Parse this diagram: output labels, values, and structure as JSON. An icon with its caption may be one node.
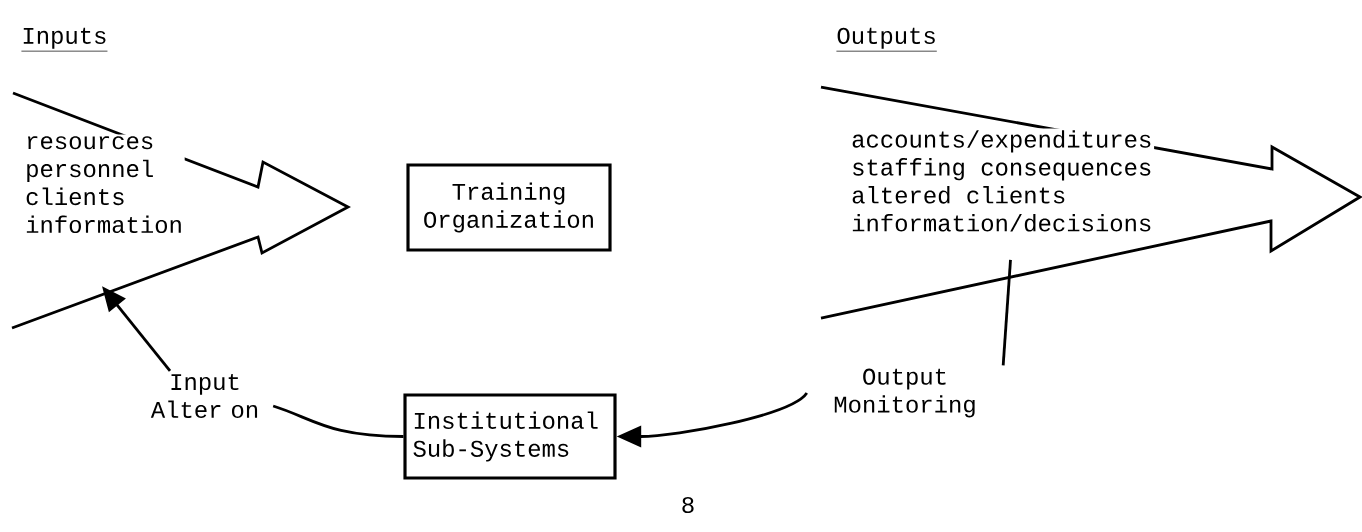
{
  "diagram": {
    "nodes": [
      {
        "text": [
          "Inputs",
          "resources",
          "personnel",
          "clients",
          "information"
        ]
      },
      {
        "text": [
          "Training Organization"
        ]
      },
      {
        "text": [
          "Outputs",
          "accounts/expenditures",
          "staffing consequences",
          "altered clients",
          "information/decisions"
        ]
      },
      {
        "text": [
          "Institutional Sub-Systems"
        ]
      },
      {
        "text": [
          "Output Monitoring"
        ]
      },
      {
        "text": [
          "Input Alter on"
        ]
      }
    ],
    "edges": [
      {
        "from": 2,
        "to": 4,
        "arrow": "none"
      },
      {
        "from": 4,
        "to": 3,
        "arrow": "to"
      },
      {
        "from": 3,
        "to": 5,
        "arrow": "none"
      },
      {
        "from": 5,
        "to": 0,
        "arrow": "to"
      }
    ],
    "labels": [
      "8"
    ]
  }
}
